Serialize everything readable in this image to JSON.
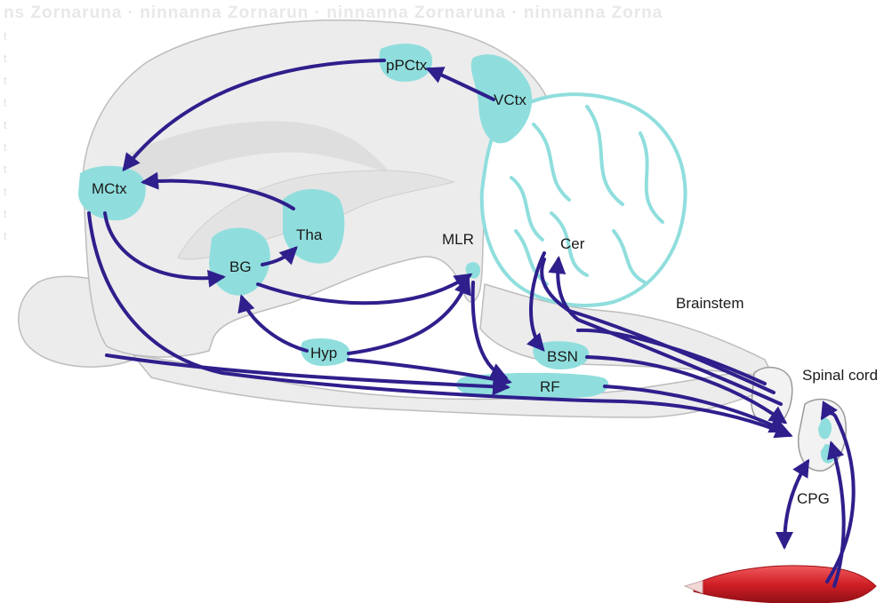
{
  "watermark": "ns Zornaruna · ninnanna Zornarun · ninnanna Zornaruna · ninnanna Zorna",
  "labels": {
    "pPCtx": "pPCtx",
    "VCtx": "VCtx",
    "MCtx": "MCtx",
    "Tha": "Tha",
    "BG": "BG",
    "MLR": "MLR",
    "Cer": "Cer",
    "Brainstem": "Brainstem",
    "Hyp": "Hyp",
    "BSN": "BSN",
    "RF": "RF",
    "Spinal_cord": "Spinal cord",
    "CPG": "CPG"
  },
  "colors": {
    "brain": "#ececec",
    "outline": "#b8b8b8",
    "region": "#8fdedd",
    "arrow": "#2e1f8c",
    "cerebellum": "#8fdedd",
    "muscle": "#d5252a"
  }
}
